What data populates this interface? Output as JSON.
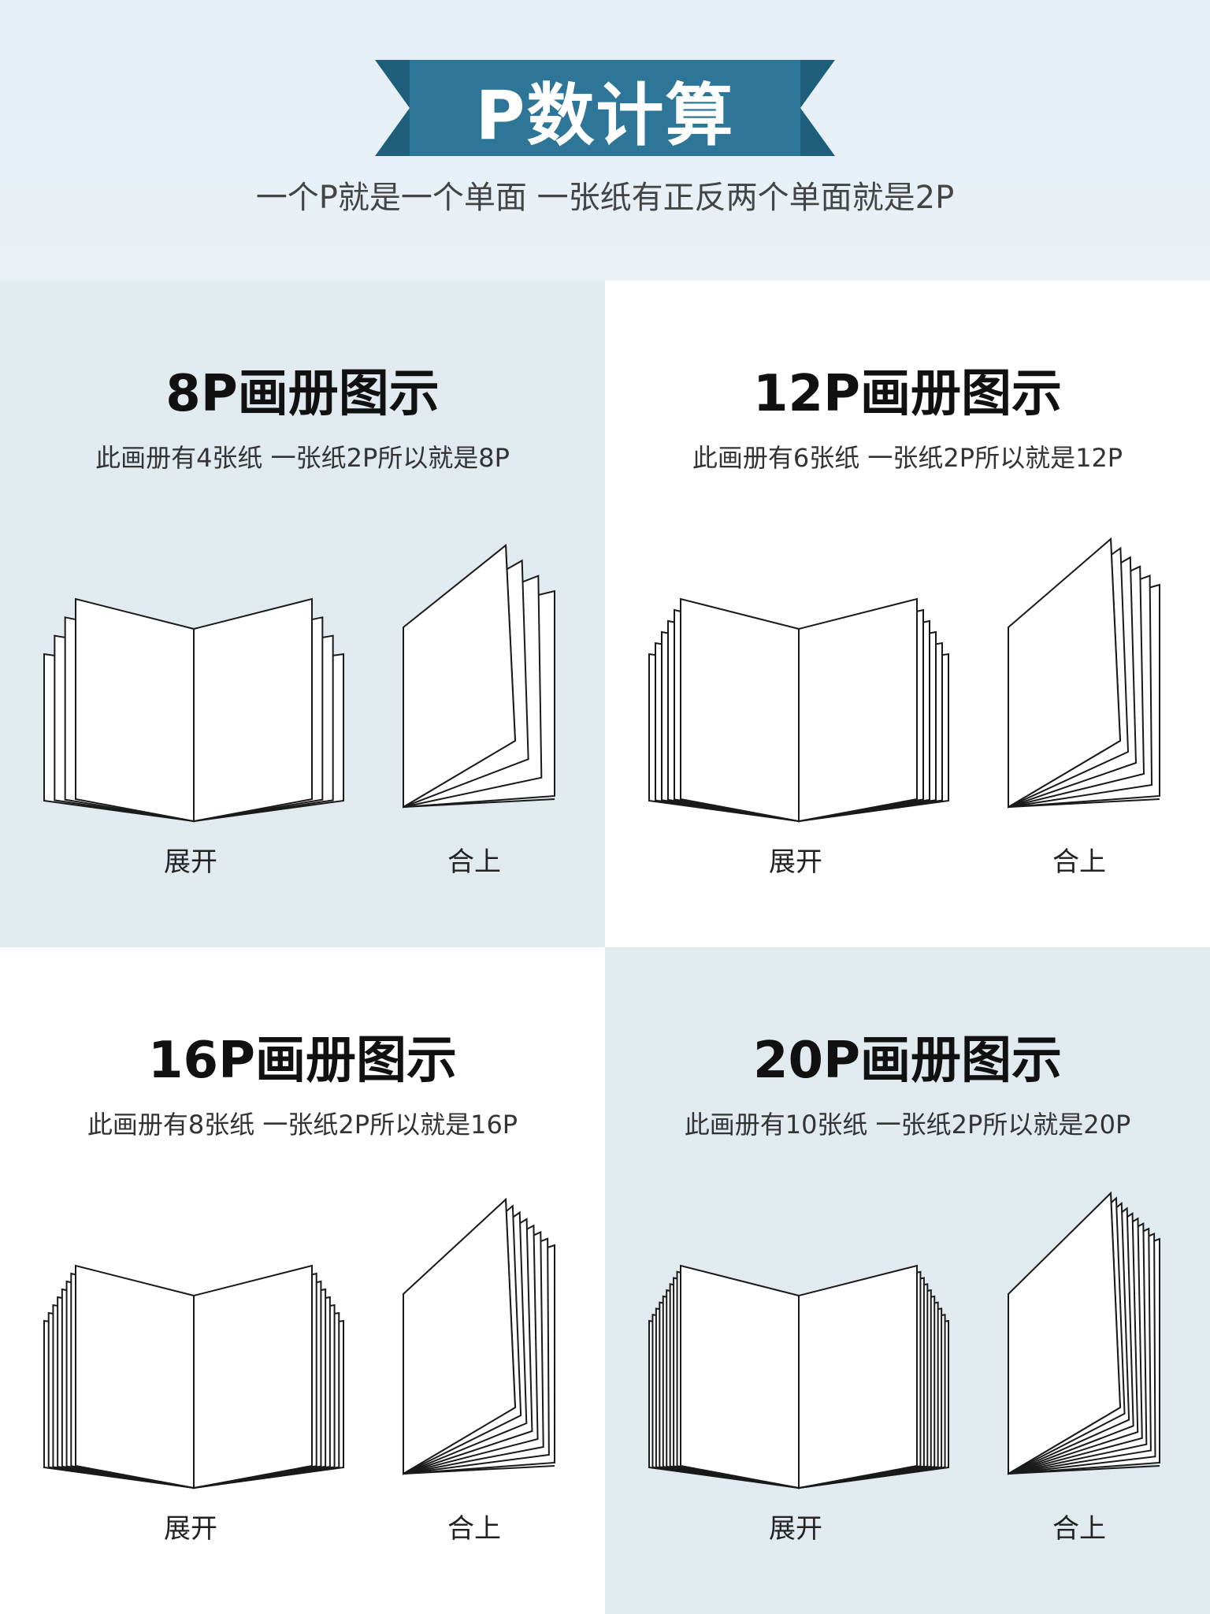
{
  "header": {
    "title": "P数计算",
    "subtitle": "一个P就是一个单面 一张纸有正反两个单面就是2P",
    "ribbon_color": "#2e7698"
  },
  "panels": [
    {
      "title": "8P画册图示",
      "desc": "此画册有4张纸 一张纸2P所以就是8P",
      "sheets": 4,
      "open_label": "展开",
      "closed_label": "合上"
    },
    {
      "title": "12P画册图示",
      "desc": "此画册有6张纸 一张纸2P所以就是12P",
      "sheets": 6,
      "open_label": "展开",
      "closed_label": "合上"
    },
    {
      "title": "16P画册图示",
      "desc": "此画册有8张纸 一张纸2P所以就是16P",
      "sheets": 8,
      "open_label": "展开",
      "closed_label": "合上"
    },
    {
      "title": "20P画册图示",
      "desc": "此画册有10张纸 一张纸2P所以就是20P",
      "sheets": 10,
      "open_label": "展开",
      "closed_label": "合上"
    }
  ],
  "colors": {
    "panel_blue": "#e1eaef",
    "panel_white": "#ffffff",
    "line": "#1a1a1a"
  }
}
